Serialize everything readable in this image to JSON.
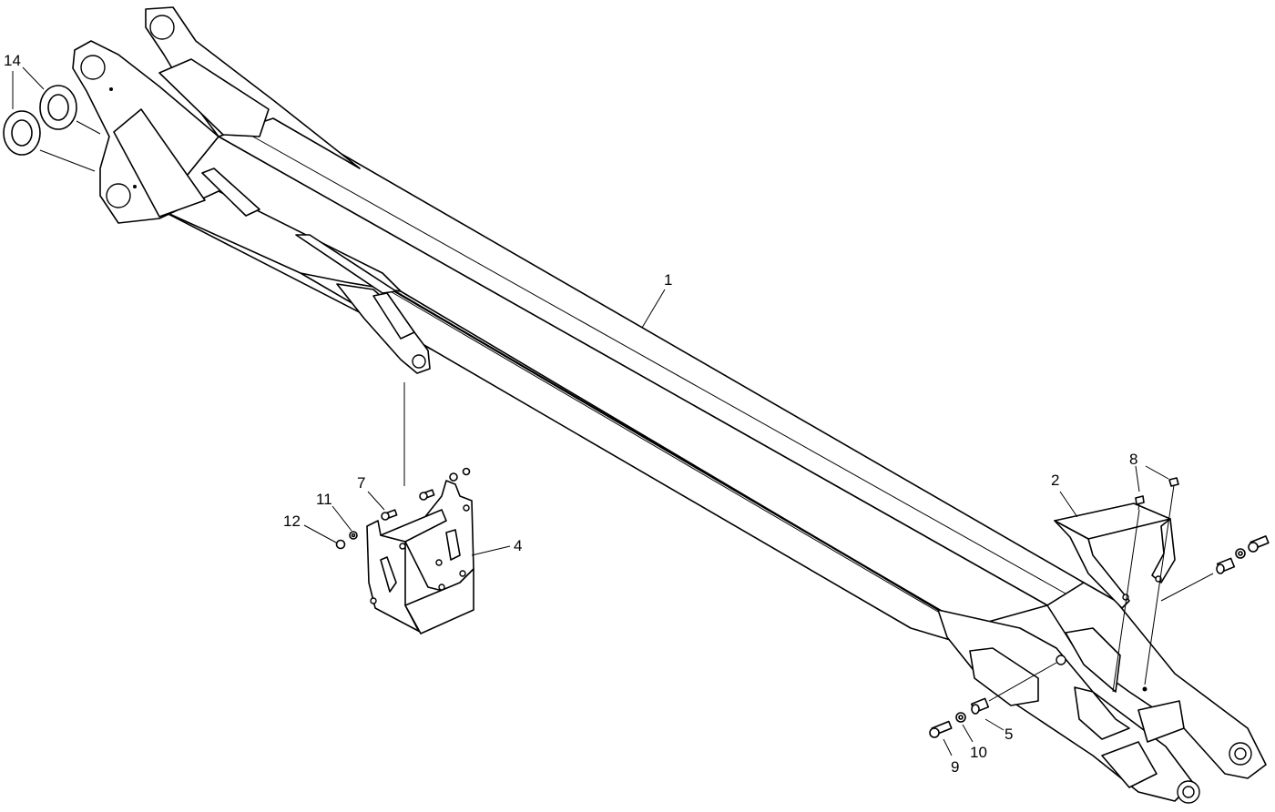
{
  "callouts": [
    {
      "id": "1",
      "text": "1"
    },
    {
      "id": "2",
      "text": "2"
    },
    {
      "id": "4",
      "text": "4"
    },
    {
      "id": "5",
      "text": "5"
    },
    {
      "id": "7",
      "text": "7"
    },
    {
      "id": "8",
      "text": "8"
    },
    {
      "id": "9",
      "text": "9"
    },
    {
      "id": "10",
      "text": "10"
    },
    {
      "id": "11",
      "text": "11"
    },
    {
      "id": "12",
      "text": "12"
    },
    {
      "id": "14",
      "text": "14"
    }
  ]
}
